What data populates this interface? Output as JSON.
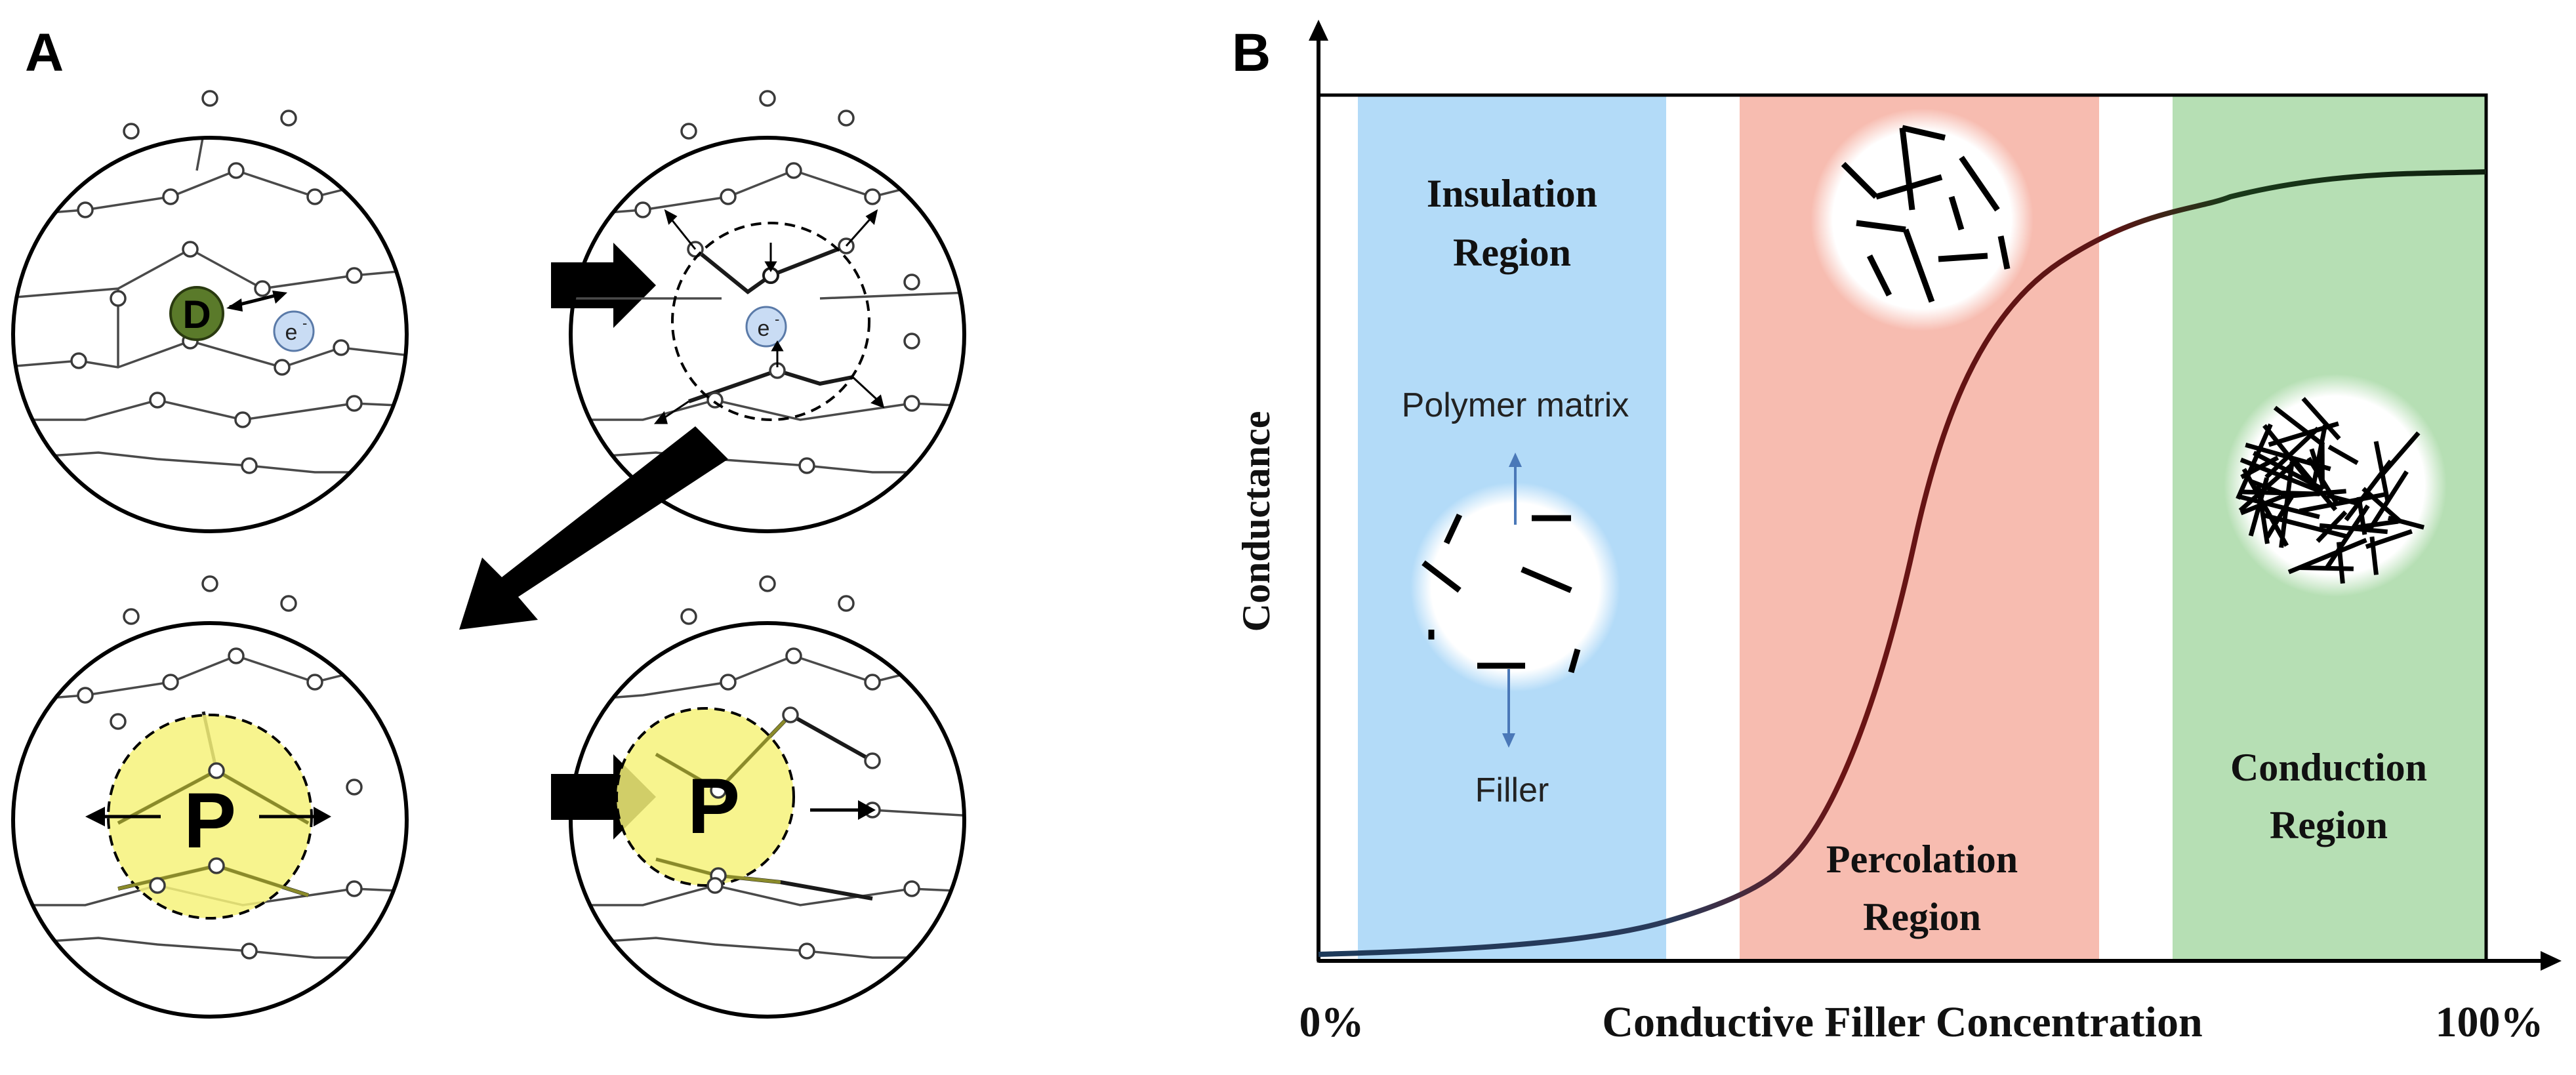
{
  "panel_a": {
    "label": "A",
    "dopant_letter": "D",
    "electron_label": "e",
    "electron_superscript": "-",
    "polaron_letter": "P"
  },
  "panel_b": {
    "label": "B",
    "y_axis_label": "Conductance",
    "x_axis_label": "Conductive Filler Concentration",
    "x_min_label": "0%",
    "x_max_label": "100%",
    "regions": [
      {
        "line1": "Insulation",
        "line2": "Region",
        "color": "#b3dbf8"
      },
      {
        "line1": "Percolation",
        "line2": "Region",
        "color": "#f7bcb0"
      },
      {
        "line1": "Conduction",
        "line2": "Region",
        "color": "#b6dfb4"
      }
    ],
    "inset_labels": {
      "polymer_matrix": "Polymer matrix",
      "filler": "Filler"
    }
  },
  "colors": {
    "dopant": "#5a7a2a",
    "electron": "#c9dcf4",
    "polaron": "#f6f27a",
    "curve_start": "#1e3a5a",
    "curve_mid": "#6b1414",
    "curve_end": "#1a3a1a",
    "arrow_blue": "#4a78b8"
  }
}
